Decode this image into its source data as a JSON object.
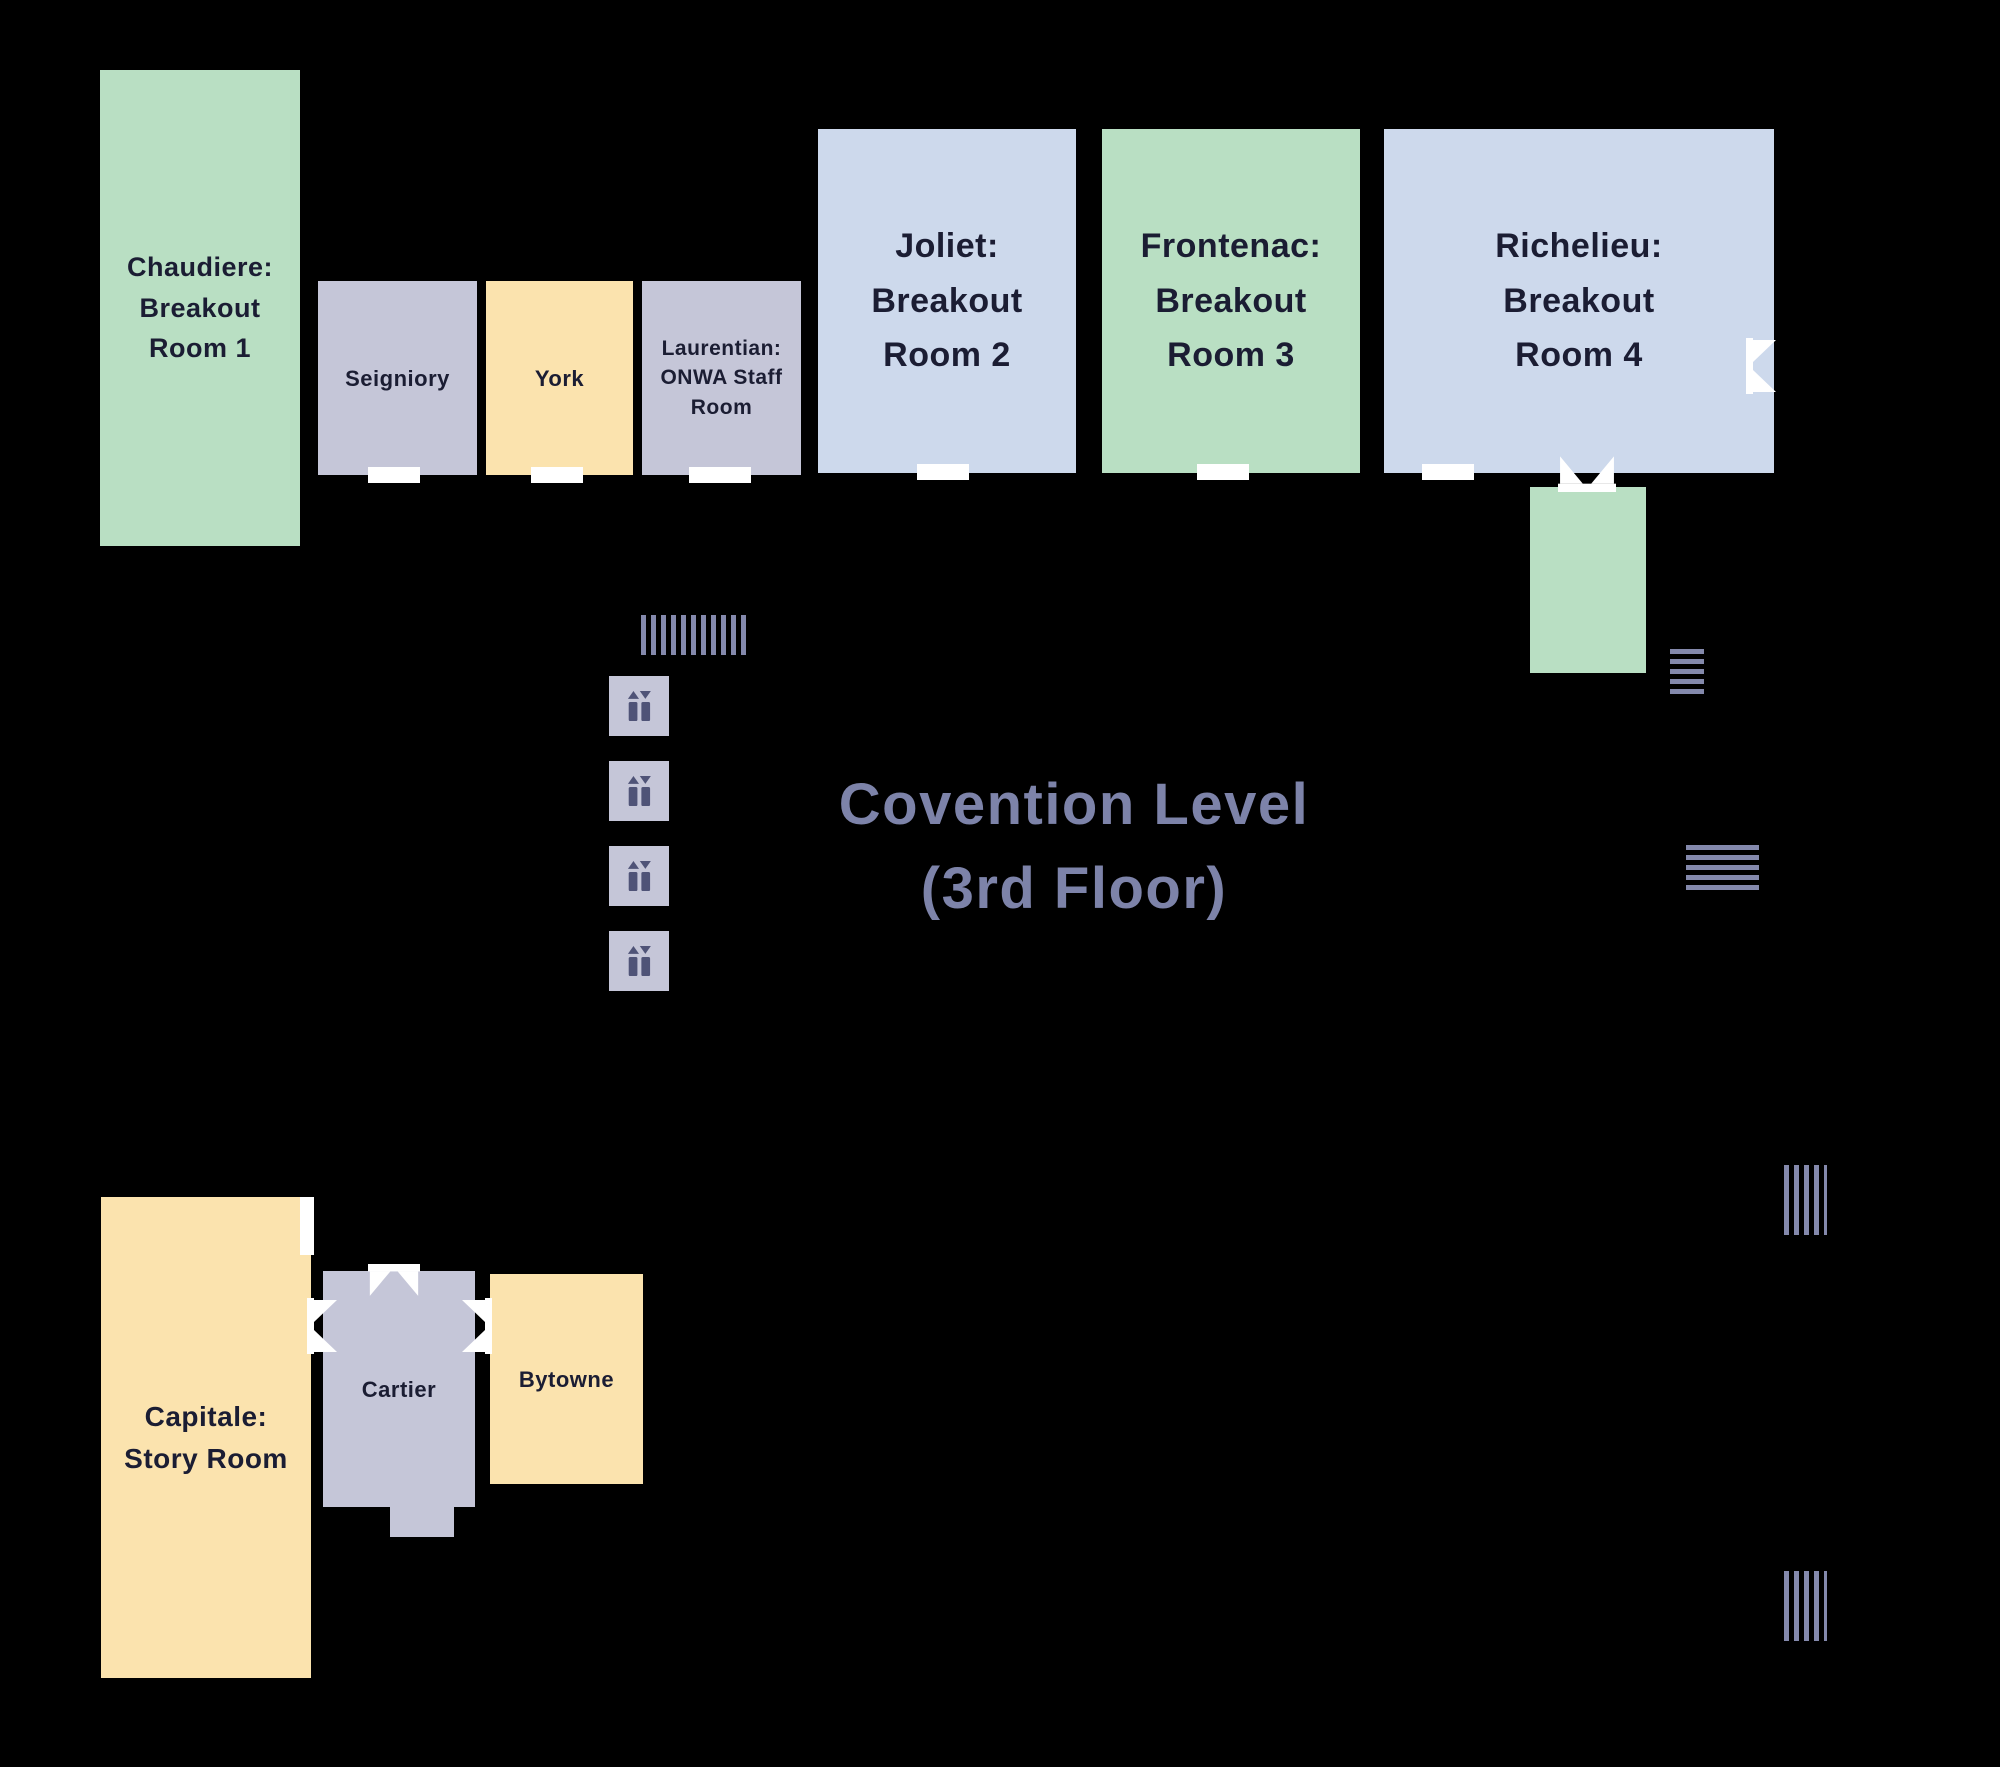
{
  "title": {
    "line1": "Covention Level",
    "line2": "(3rd Floor)"
  },
  "rooms": {
    "chaudiere": {
      "label": "Chaudiere:\nBreakout\nRoom 1",
      "color": "#b9dfc3"
    },
    "seigniory": {
      "label": "Seigniory",
      "color": "#c5c6d8"
    },
    "york": {
      "label": "York",
      "color": "#fbe3ae"
    },
    "laurentian": {
      "label": "Laurentian:\nONWA Staff\nRoom",
      "color": "#c5c6d8"
    },
    "joliet": {
      "label": "Joliet:\nBreakout\nRoom 2",
      "color": "#cdd9ec"
    },
    "frontenac": {
      "label": "Frontenac:\nBreakout\nRoom 3",
      "color": "#b9dfc3"
    },
    "richelieu": {
      "label": "Richelieu:\nBreakout\nRoom 4",
      "color": "#cdd9ec"
    },
    "capitale": {
      "label": "Capitale:\nStory Room",
      "color": "#fbe3ae"
    },
    "cartier": {
      "label": "Cartier",
      "color": "#c5c6d8"
    },
    "bytowne": {
      "label": "Bytowne",
      "color": "#fbe3ae"
    }
  },
  "icons": {
    "elevator": "elevator-icon",
    "stairs": "stairs-hatch-icon",
    "door": "double-door-icon"
  },
  "colors": {
    "background": "#000000",
    "green": "#b9dfc3",
    "lavender": "#c5c6d8",
    "yellow": "#fbe3ae",
    "blue": "#cdd9ec",
    "title": "#7d83a9",
    "text": "#1b1d33",
    "stairs": "#8489ac",
    "elevator-icon": "#4f5377",
    "door": "#ffffff"
  }
}
